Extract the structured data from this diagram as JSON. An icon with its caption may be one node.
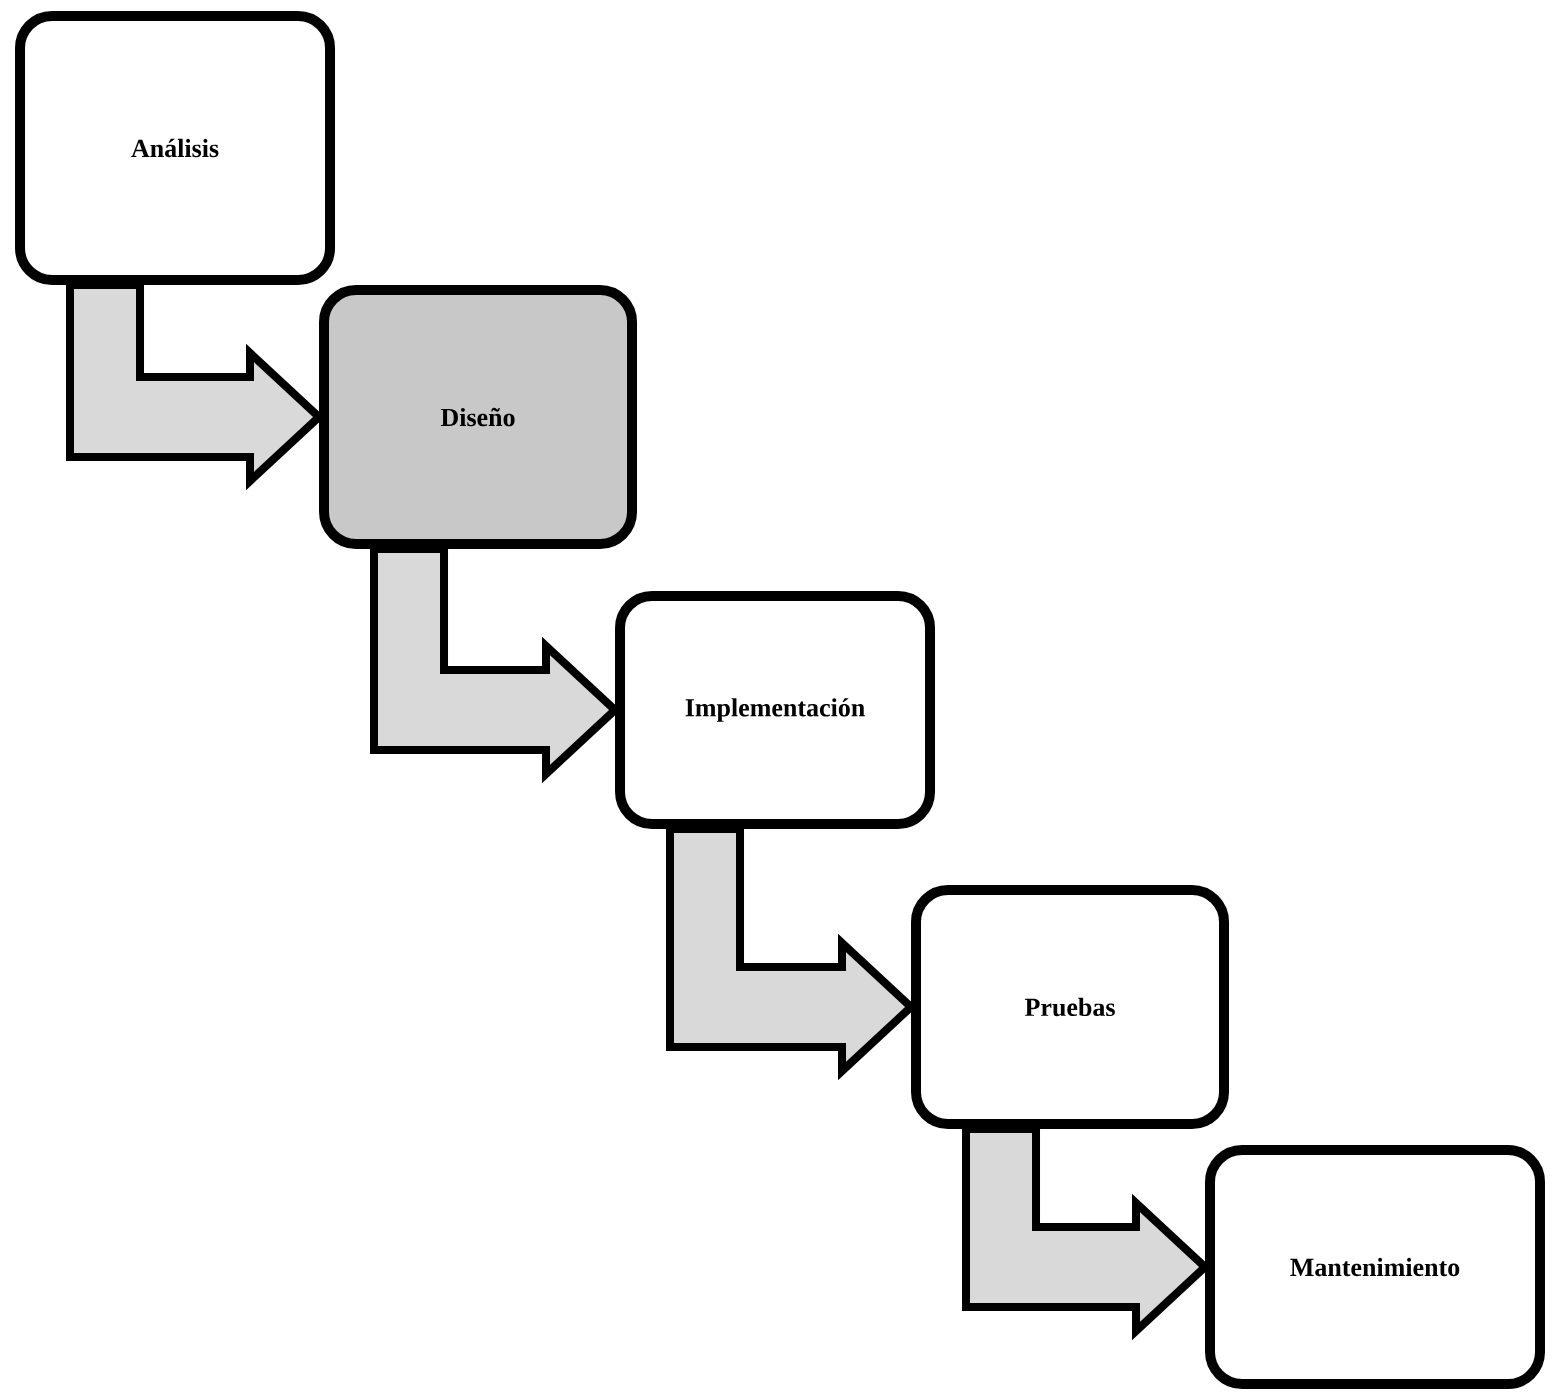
{
  "diagram": {
    "nodes": [
      {
        "text": [
          "Análisis"
        ]
      },
      {
        "text": [
          "Diseño"
        ]
      },
      {
        "text": [
          "Implementación"
        ]
      },
      {
        "text": [
          "Pruebas"
        ]
      },
      {
        "text": [
          "Mantenimiento"
        ]
      }
    ],
    "edges": [
      {
        "from": 0,
        "to": 1,
        "arrow": "to"
      },
      {
        "from": 1,
        "to": 2,
        "arrow": "to"
      },
      {
        "from": 2,
        "to": 3,
        "arrow": "to"
      },
      {
        "from": 3,
        "to": 4,
        "arrow": "to"
      }
    ]
  }
}
